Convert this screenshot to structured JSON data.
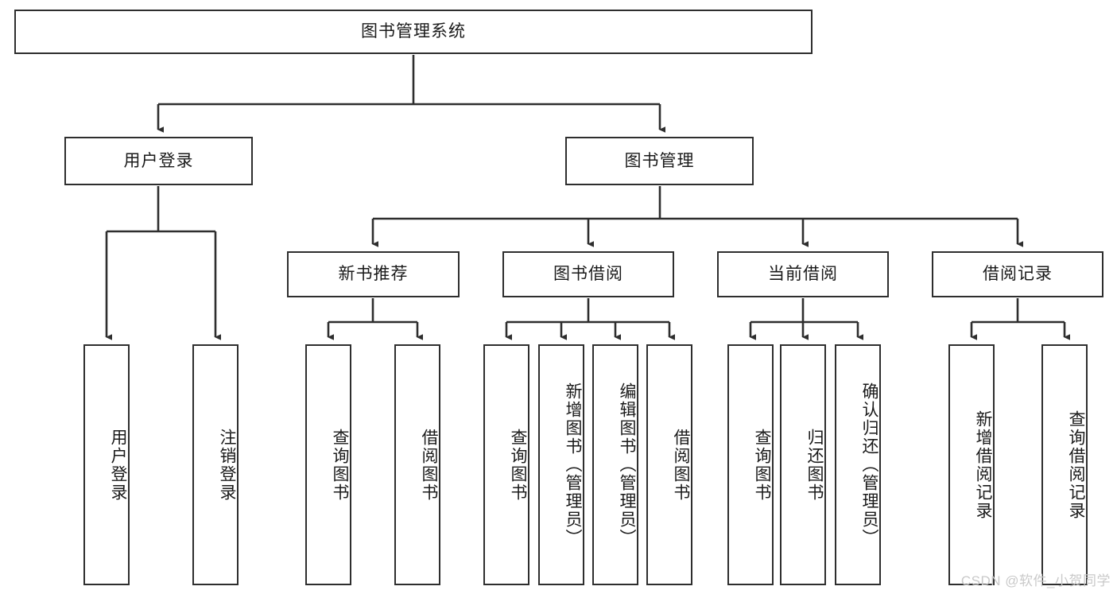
{
  "diagram": {
    "title_node": {
      "label": "图书管理系统"
    },
    "level2": [
      {
        "id": "user-login",
        "label": "用户登录"
      },
      {
        "id": "book-management",
        "label": "图书管理"
      }
    ],
    "level3": [
      {
        "id": "new-book-recommend",
        "label": "新书推荐"
      },
      {
        "id": "book-borrow",
        "label": "图书借阅"
      },
      {
        "id": "current-borrow",
        "label": "当前借阅"
      },
      {
        "id": "borrow-record",
        "label": "借阅记录"
      }
    ],
    "leaves": {
      "user_login": [
        {
          "id": "leaf-user-login",
          "label": "用户登录"
        },
        {
          "id": "leaf-logout-login",
          "label": "注销登录"
        }
      ],
      "new_book_recommend": [
        {
          "id": "leaf-query-book-1",
          "label": "查询图书"
        },
        {
          "id": "leaf-borrow-book-1",
          "label": "借阅图书"
        }
      ],
      "book_borrow": [
        {
          "id": "leaf-query-book-2",
          "label": "查询图书"
        },
        {
          "id": "leaf-add-book",
          "label": "新增图书（管理员）"
        },
        {
          "id": "leaf-edit-book",
          "label": "编辑图书（管理员）"
        },
        {
          "id": "leaf-borrow-book-2",
          "label": "借阅图书"
        }
      ],
      "current_borrow": [
        {
          "id": "leaf-query-book-3",
          "label": "查询图书"
        },
        {
          "id": "leaf-return-book",
          "label": "归还图书"
        },
        {
          "id": "leaf-confirm-return",
          "label": "确认归还（管理员）"
        }
      ],
      "borrow_record": [
        {
          "id": "leaf-add-record",
          "label": "新增借阅记录"
        },
        {
          "id": "leaf-query-record",
          "label": "查询借阅记录"
        }
      ]
    }
  },
  "watermark": {
    "text": "CSDN @软件_小贺同学"
  },
  "colors": {
    "stroke": "#2e2e2e",
    "text": "#1a1a1a",
    "background": "#ffffff",
    "watermark": "#c9c9c9"
  }
}
